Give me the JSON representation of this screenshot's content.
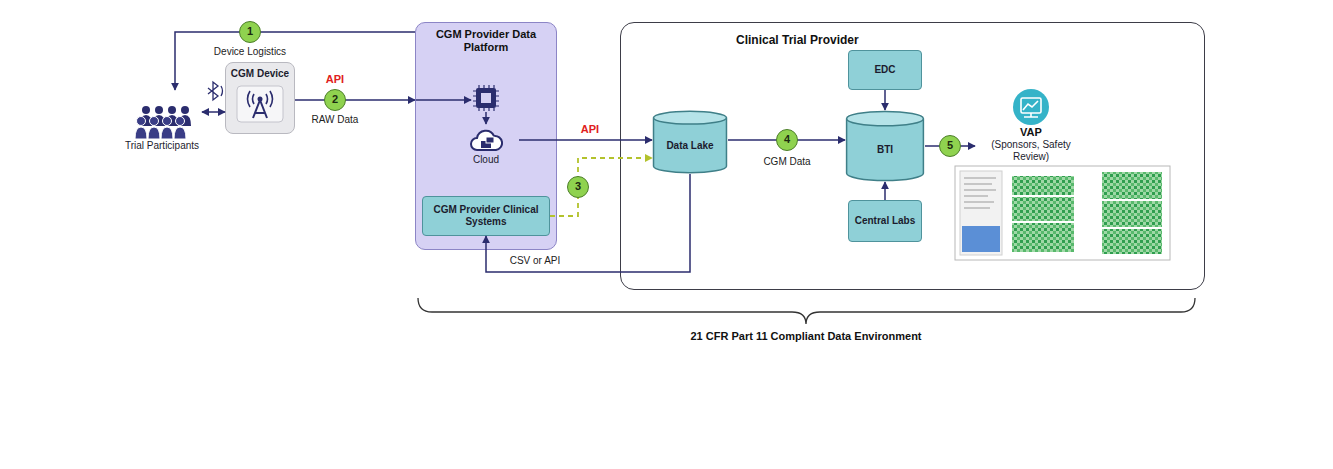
{
  "diagram": {
    "nodes": [
      {
        "text": [
          "Trial Participants"
        ]
      },
      {
        "text": [
          "CGM Device"
        ]
      },
      {
        "text": [
          "CGM Provider Data Platform"
        ]
      },
      {
        "text": [
          "Cloud"
        ],
        "in": 2
      },
      {
        "text": [
          "CGM Provider Clinical Systems"
        ],
        "in": 2
      },
      {
        "text": [
          "Clinical Trial Provider"
        ]
      },
      {
        "text": [
          "Data Lake"
        ],
        "in": 5
      },
      {
        "text": [
          "EDC"
        ],
        "in": 5
      },
      {
        "text": [
          "BTI"
        ],
        "in": 5
      },
      {
        "text": [
          "Central Labs"
        ],
        "in": 5
      },
      {
        "text": [
          "VAP",
          "(Sponsors, Safety Review)"
        ],
        "in": 5
      }
    ],
    "edges": [
      {
        "from": 2,
        "to": 0,
        "arrow": "to"
      },
      {
        "from": 0,
        "to": 1,
        "arrow": "both"
      },
      {
        "from": 1,
        "to": 2,
        "arrow": "to"
      },
      {
        "from": 3,
        "to": 6,
        "arrow": "to"
      },
      {
        "from": 4,
        "to": 6,
        "arrow": "to"
      },
      {
        "from": 6,
        "to": 4,
        "arrow": "to"
      },
      {
        "from": 6,
        "to": 8,
        "arrow": "to"
      },
      {
        "from": 7,
        "to": 8,
        "arrow": "to"
      },
      {
        "from": 9,
        "to": 8,
        "arrow": "to"
      },
      {
        "from": 8,
        "to": 10,
        "arrow": "to"
      }
    ],
    "labels": [
      "1",
      "Device Logistics",
      "API",
      "2",
      "RAW Data",
      "API",
      "3",
      "CSV or API",
      "4",
      "CGM Data",
      "5",
      "21 CFR Part 11 Compliant Data Environment"
    ]
  }
}
